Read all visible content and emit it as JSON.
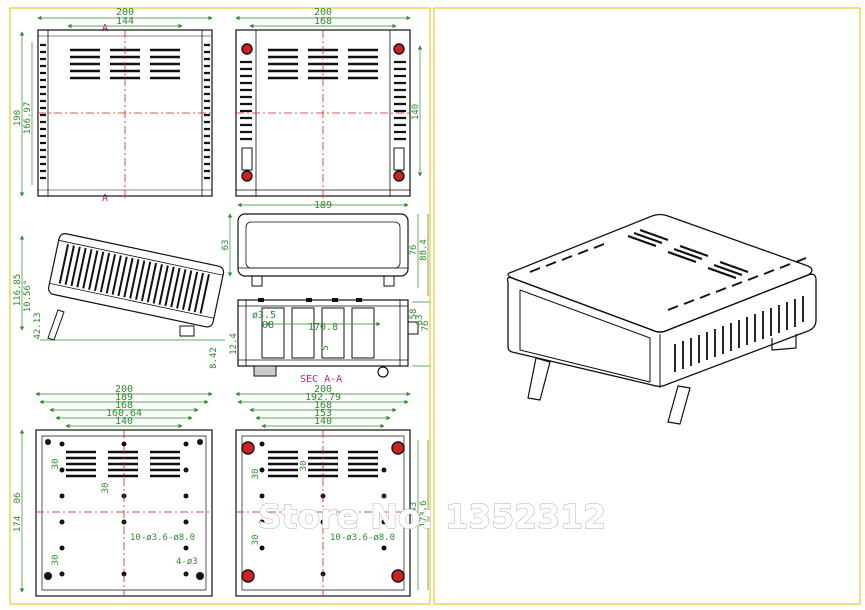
{
  "watermark": "Store No: 1352312",
  "section_label": "SEC A-A",
  "section_markers": {
    "top": "A",
    "bottom": "A"
  },
  "colors": {
    "frame": "#e0c000",
    "outline": "#111111",
    "dimension": "#2d8a2d",
    "centerline": "#d02020",
    "section": "#c8208a"
  },
  "views": {
    "top_left": {
      "dims": {
        "width": "200",
        "inner_width": "144",
        "height": "190",
        "inner_height": "166.97"
      }
    },
    "top_right": {
      "dims": {
        "width": "200",
        "inner_width": "168",
        "height": "140"
      }
    },
    "side_tilted": {
      "dims": {
        "height": "116.85",
        "angle": "10.56°",
        "foot": "42.13",
        "lift": "8.42"
      }
    },
    "front": {
      "dims": {
        "width": "189",
        "height": "63",
        "height_foot": "76",
        "height_total": "88.4"
      }
    },
    "section": {
      "dims": {
        "hole": "ø3.5",
        "wall": "08",
        "inner": "170.8",
        "offset": "5",
        "left_h": "12.4",
        "r1": "58",
        "r2": "63",
        "r3": "76"
      }
    },
    "bottom_left": {
      "dims": [
        "200",
        "189",
        "168",
        "160.64",
        "140"
      ],
      "side": "174",
      "side2": "06",
      "pitch": "30",
      "holes_note": "10-ø3.6-ø8.0",
      "holes_note2": "4-ø3"
    },
    "bottom_right": {
      "dims": [
        "200",
        "192.79",
        "168",
        "153",
        "140"
      ],
      "side": "143",
      "side2": "173.6",
      "pitch": "30",
      "holes_note": "10-ø3.6-ø8.0"
    }
  }
}
